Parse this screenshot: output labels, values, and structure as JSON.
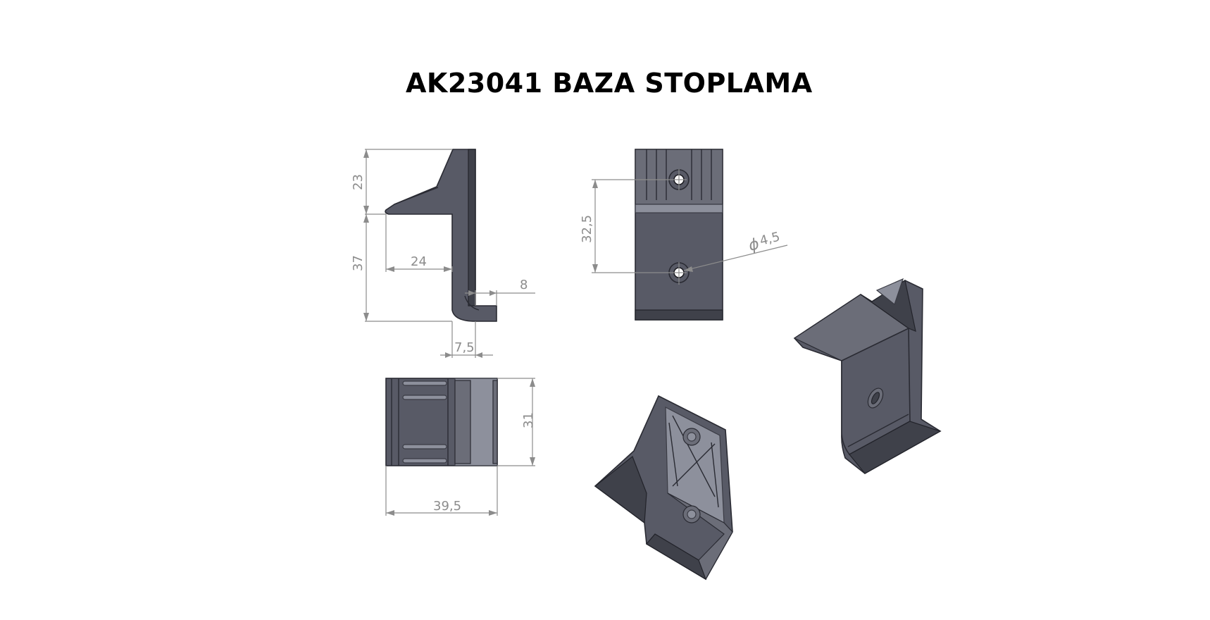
{
  "title": "AK23041 BAZA STOPLAMA",
  "dimensions": {
    "side_top_height": "23",
    "side_lower_height": "37",
    "side_arm_length": "24",
    "side_foot_width": "8",
    "side_wall_thickness": "7,5",
    "front_hole_spacing": "32,5",
    "front_hole_diameter": "4,5",
    "top_width": "31",
    "top_length": "39,5"
  },
  "symbols": {
    "diameter": "ϕ"
  },
  "colors": {
    "part_body": "#585a66",
    "part_light": "#8d909c",
    "dimension": "#8c8c8c",
    "title": "#000000"
  }
}
